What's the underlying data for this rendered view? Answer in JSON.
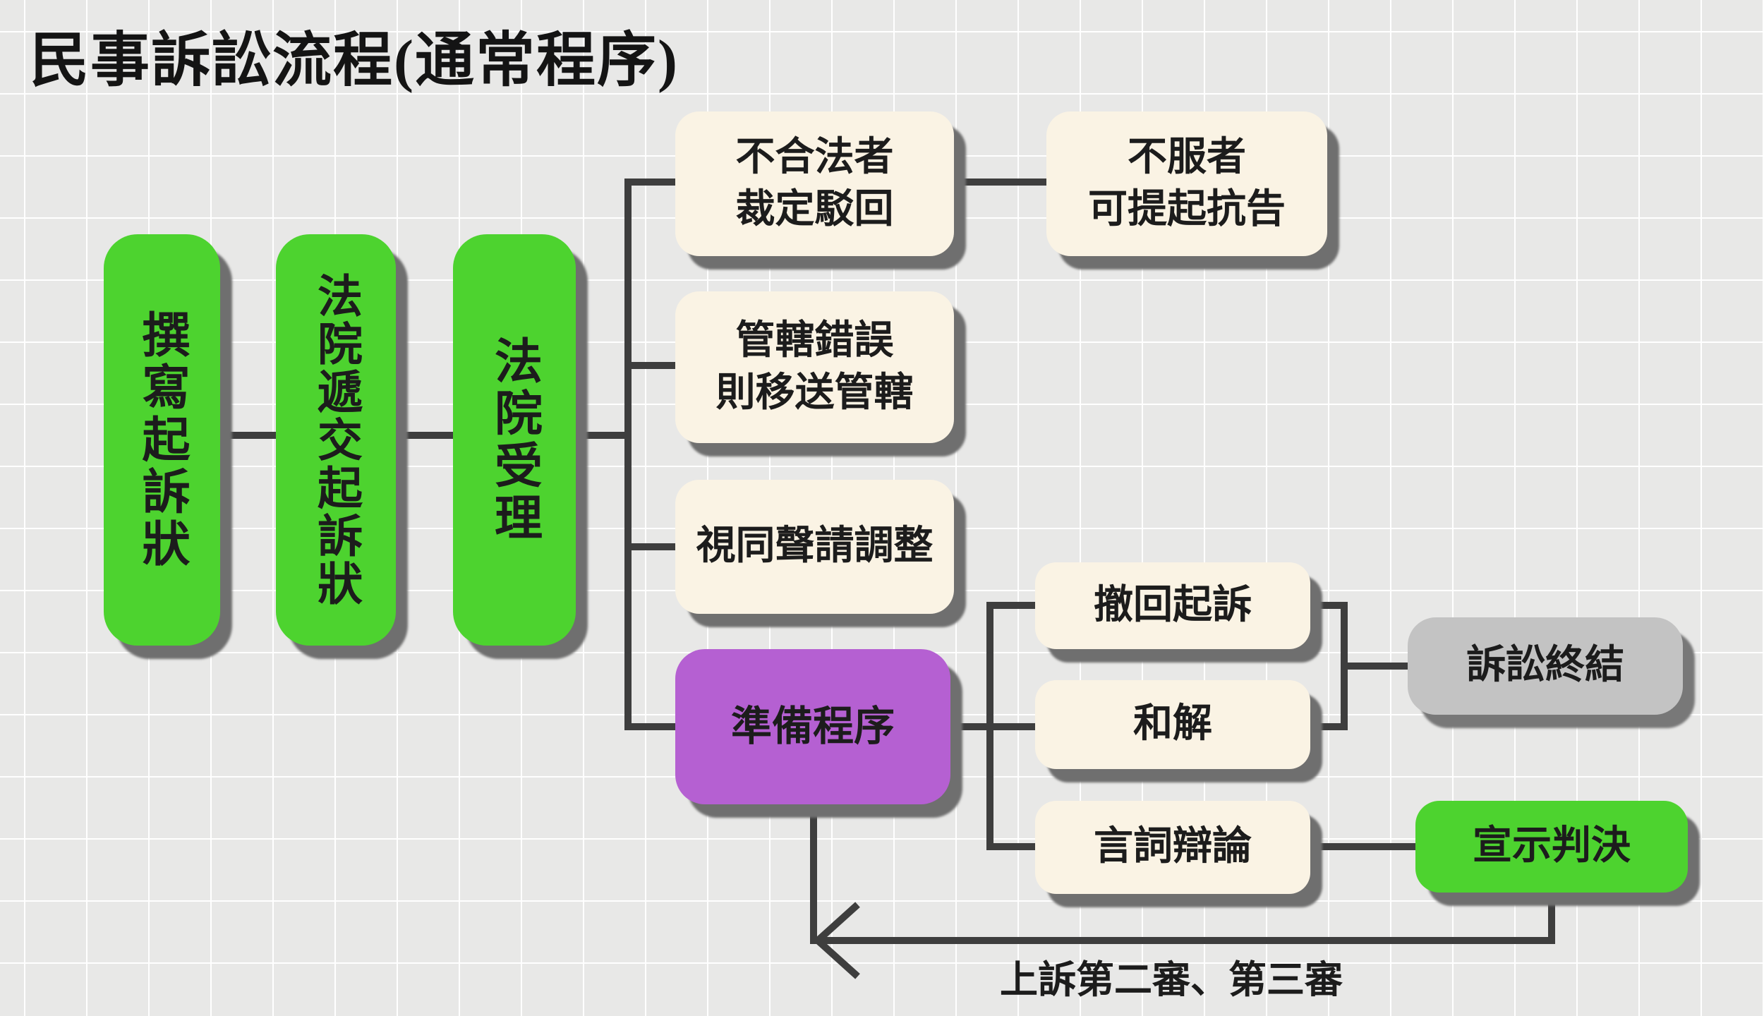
{
  "title": "民事訴訟流程(通常程序)",
  "nodes": {
    "draft": {
      "label": "撰寫起訴狀"
    },
    "submit": {
      "label": "法院遞交起訴狀"
    },
    "accept": {
      "label": "法院受理"
    },
    "illegal": {
      "line1": "不合法者",
      "line2": "裁定駁回"
    },
    "objection": {
      "line1": "不服者",
      "line2": "可提起抗告"
    },
    "jurisdiction": {
      "line1": "管轄錯誤",
      "line2": "則移送管轄"
    },
    "mediation": {
      "label": "視同聲請調整"
    },
    "preparation": {
      "label": "準備程序"
    },
    "withdraw": {
      "label": "撤回起訴"
    },
    "settlement": {
      "label": "和解"
    },
    "oral": {
      "label": "言詞辯論"
    },
    "end": {
      "label": "訴訟終結"
    },
    "judgment": {
      "label": "宣示判決"
    }
  },
  "labels": {
    "appeal_path": "上訴第二審、第三審"
  },
  "colors": {
    "green": "#4dd32f",
    "purple": "#b560d2",
    "cream": "#faf3e4",
    "gray": "#c3c3c3",
    "line": "#3e3e3e",
    "shadow": "#6f6f6f",
    "background": "#e8e8e7"
  }
}
